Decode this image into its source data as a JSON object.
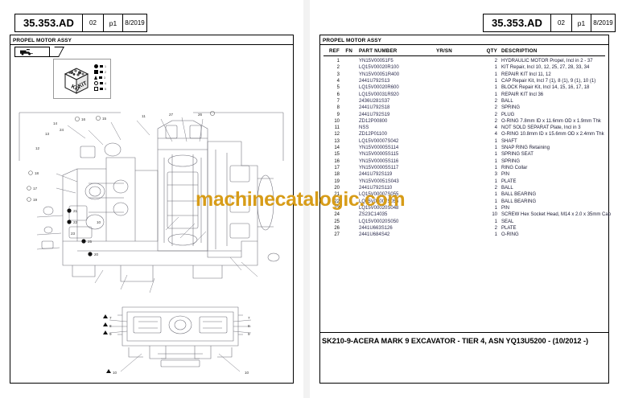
{
  "document": {
    "code": "35.353.AD",
    "revision": "02",
    "page": "p1",
    "date": "8/2019",
    "section_caption": "PROPEL MOTOR ASSY",
    "watermark": "machinecatalogic.com",
    "bottom_title": "SK210-9-ACERA MARK 9 EXCAVATOR - TIER 4, ASN YQ13U5200 - (10/2012 -)"
  },
  "legend": {
    "kit_label_left": "KIT",
    "kit_label_right": "KIT",
    "symbols": [
      {
        "shape": "filled-circle",
        "number": "1"
      },
      {
        "shape": "filled-square",
        "number": "2"
      },
      {
        "shape": "filled-triangle",
        "number": "3"
      },
      {
        "shape": "open-circle",
        "number": "4"
      },
      {
        "shape": "open-square",
        "number": "5"
      }
    ]
  },
  "drawing": {
    "callouts_main": [
      "14",
      "16",
      "15",
      "13",
      "24",
      "12",
      "18",
      "17",
      "19",
      "11",
      "27",
      "26",
      "21",
      "22",
      "23",
      "25",
      "20",
      "10"
    ],
    "callouts_lower": [
      "7",
      "8",
      "9",
      "10"
    ]
  },
  "table": {
    "headers": {
      "ref": "REF",
      "fn": "FN",
      "part_number": "PART NUMBER",
      "yr_sn": "YR/SN",
      "qty": "QTY",
      "description": "DESCRIPTION"
    },
    "rows": [
      {
        "ref": "1",
        "fn": "",
        "part_number": "YN15V00051F5",
        "yr_sn": "",
        "qty": "2",
        "description": "HYDRAULIC MOTOR  Propel, Incl in 2 - 37"
      },
      {
        "ref": "2",
        "fn": "",
        "part_number": "LQ15V00020R100",
        "yr_sn": "",
        "qty": "1",
        "description": "KIT  Repair, Incl 10, 12, 25, 27, 28, 33, 34"
      },
      {
        "ref": "3",
        "fn": "",
        "part_number": "YN15V00051R400",
        "yr_sn": "",
        "qty": "1",
        "description": "REPAIR KIT  Incl 11, 12"
      },
      {
        "ref": "4",
        "fn": "",
        "part_number": "2441U792S13",
        "yr_sn": "",
        "qty": "1",
        "description": "CAP  Repair Kit, Incl 7  (1), 8  (1), 9 (1), 10 (1)"
      },
      {
        "ref": "5",
        "fn": "",
        "part_number": "LQ15V00020R600",
        "yr_sn": "",
        "qty": "1",
        "description": "BLOCK  Repair Kit, Incl 14, 15, 16, 17, 18"
      },
      {
        "ref": "6",
        "fn": "",
        "part_number": "LQ15V00031R920",
        "yr_sn": "",
        "qty": "1",
        "description": "REPAIR KIT  Incl 36"
      },
      {
        "ref": "7",
        "fn": "",
        "part_number": "2436U281S37",
        "yr_sn": "",
        "qty": "2",
        "description": "BALL"
      },
      {
        "ref": "8",
        "fn": "",
        "part_number": "2441U792S18",
        "yr_sn": "",
        "qty": "2",
        "description": "SPRING"
      },
      {
        "ref": "9",
        "fn": "",
        "part_number": "2441U792S19",
        "yr_sn": "",
        "qty": "2",
        "description": "PLUG"
      },
      {
        "ref": "10",
        "fn": "",
        "part_number": "ZD12P00800",
        "yr_sn": "",
        "qty": "2",
        "description": "O-RING 7.8mm ID x 11.6mm OD x 1.9mm Thk"
      },
      {
        "ref": "11",
        "fn": "",
        "part_number": "NSS",
        "yr_sn": "",
        "qty": "4",
        "description": "NOT SOLD SEPARAT  Plate, Incl in 3"
      },
      {
        "ref": "12",
        "fn": "",
        "part_number": "ZD12P01100",
        "yr_sn": "",
        "qty": "4",
        "description": "O-RING 10.8mm ID x 15.6mm OD x 2.4mm Thk"
      },
      {
        "ref": "13",
        "fn": "",
        "part_number": "LQ15V00007S042",
        "yr_sn": "",
        "qty": "1",
        "description": "SHAFT"
      },
      {
        "ref": "14",
        "fn": "",
        "part_number": "YN15V00005S114",
        "yr_sn": "",
        "qty": "1",
        "description": "SNAP RING  Retaining"
      },
      {
        "ref": "15",
        "fn": "",
        "part_number": "YN15V00005S115",
        "yr_sn": "",
        "qty": "1",
        "description": "SPRING SEAT"
      },
      {
        "ref": "16",
        "fn": "",
        "part_number": "YN15V00005S116",
        "yr_sn": "",
        "qty": "1",
        "description": "SPRING"
      },
      {
        "ref": "17",
        "fn": "",
        "part_number": "YN15V00005S117",
        "yr_sn": "",
        "qty": "1",
        "description": "RING  Collar"
      },
      {
        "ref": "18",
        "fn": "",
        "part_number": "2441U792S119",
        "yr_sn": "",
        "qty": "3",
        "description": "PIN"
      },
      {
        "ref": "19",
        "fn": "",
        "part_number": "YN15V00051S043",
        "yr_sn": "",
        "qty": "1",
        "description": "PLATE"
      },
      {
        "ref": "20",
        "fn": "",
        "part_number": "2441U792S110",
        "yr_sn": "",
        "qty": "2",
        "description": "BALL"
      },
      {
        "ref": "21",
        "fn": "",
        "part_number": "LQ15V00007S055",
        "yr_sn": "",
        "qty": "1",
        "description": "BALL BEARING"
      },
      {
        "ref": "22",
        "fn": "",
        "part_number": "LQ15V00007S056",
        "yr_sn": "",
        "qty": "1",
        "description": "BALL BEARING"
      },
      {
        "ref": "23",
        "fn": "",
        "part_number": "LQ15V00020S048",
        "yr_sn": "",
        "qty": "1",
        "description": "PIN"
      },
      {
        "ref": "24",
        "fn": "",
        "part_number": "ZS23C14035",
        "yr_sn": "",
        "qty": "10",
        "description": "SCREW Hex Socket Head, M14 x 2.0 x 35mm Cap"
      },
      {
        "ref": "25",
        "fn": "",
        "part_number": "LQ15V00020S050",
        "yr_sn": "",
        "qty": "1",
        "description": "SEAL"
      },
      {
        "ref": "26",
        "fn": "",
        "part_number": "2441U663S126",
        "yr_sn": "",
        "qty": "2",
        "description": "PLATE"
      },
      {
        "ref": "27",
        "fn": "",
        "part_number": "2441U684S42",
        "yr_sn": "",
        "qty": "1",
        "description": "O-RING"
      }
    ]
  }
}
